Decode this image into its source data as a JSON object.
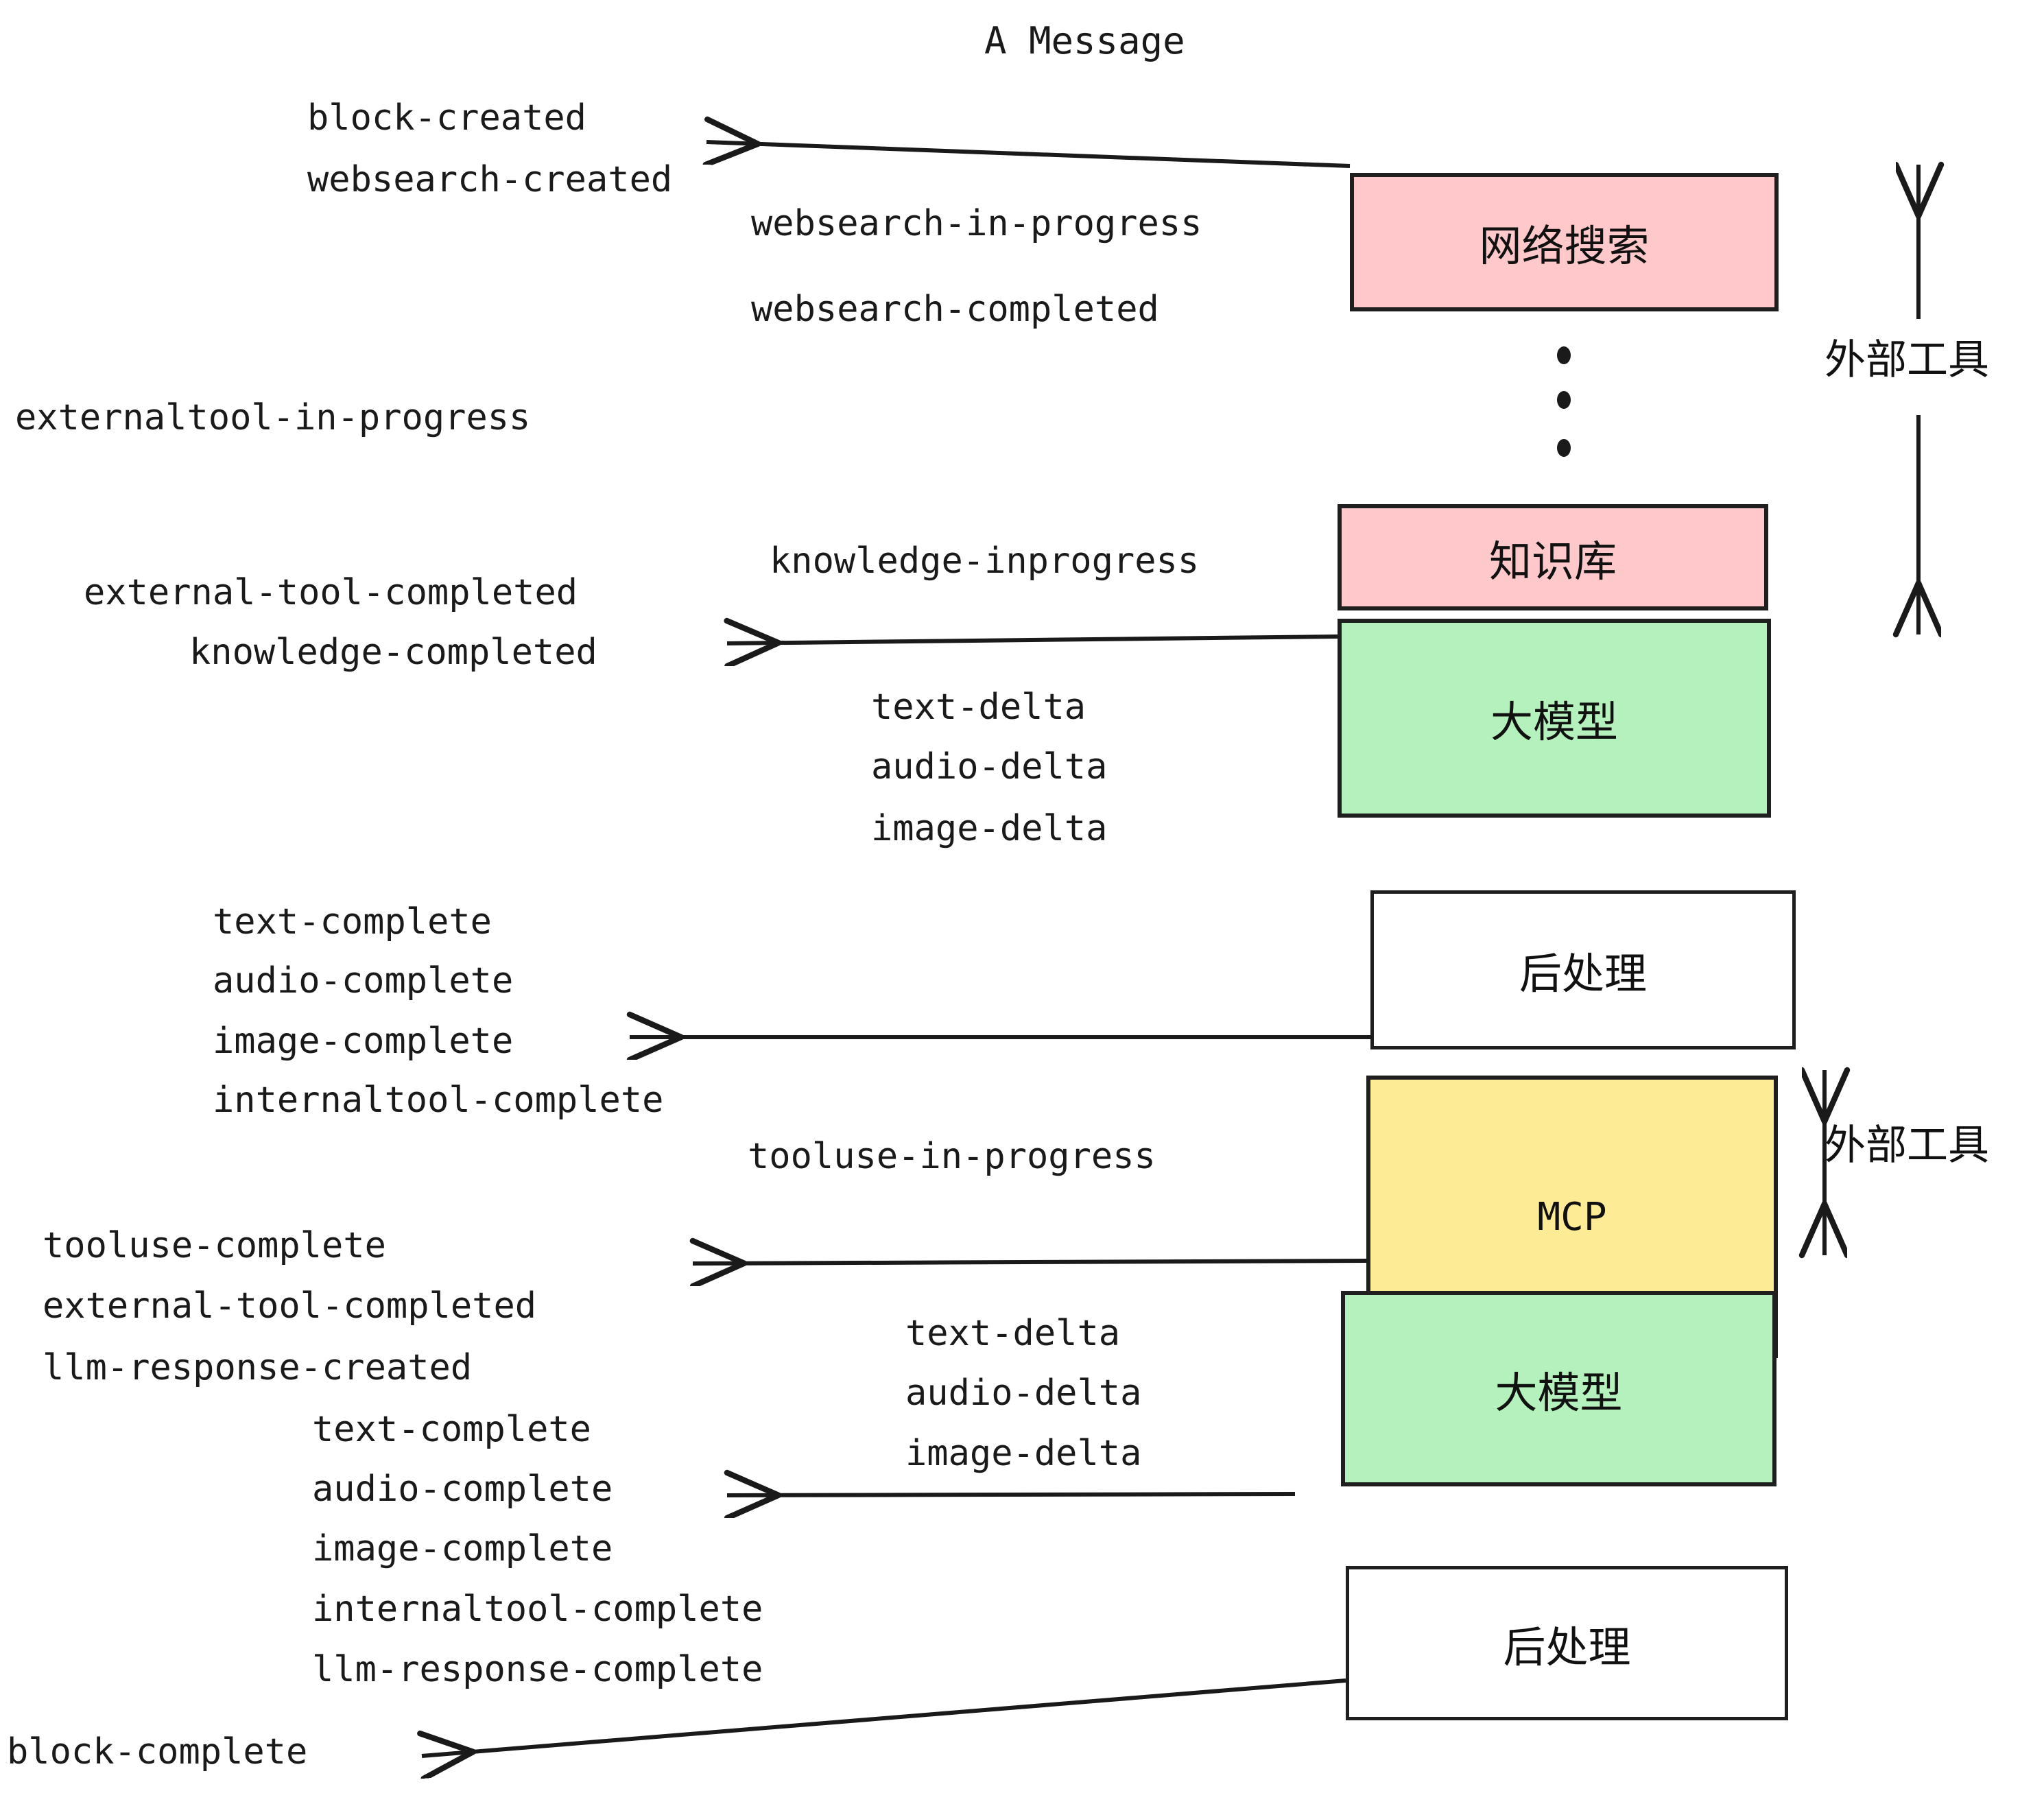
{
  "title": "A Message",
  "colors": {
    "pink": "#FFC9CB",
    "green": "#B5F1BC",
    "yellow": "#FDEB96",
    "white": "#FFFFFF",
    "stroke": "#1F1F1F",
    "text": "#1A1A1A"
  },
  "boxes": [
    {
      "key": "websearch",
      "label": "网络搜索",
      "fill": "#FFC9CB"
    },
    {
      "key": "knowledge",
      "label": "知识库",
      "fill": "#FFC9CB"
    },
    {
      "key": "llm_top",
      "label": "大模型",
      "fill": "#B5F1BC"
    },
    {
      "key": "postprocess_top",
      "label": "后处理",
      "fill": "#FFFFFF"
    },
    {
      "key": "mcp",
      "label": "MCP",
      "fill": "#FDEB96"
    },
    {
      "key": "llm_bottom",
      "label": "大模型",
      "fill": "#B5F1BC"
    },
    {
      "key": "postprocess_bottom",
      "label": "后处理",
      "fill": "#FFFFFF"
    }
  ],
  "side_labels": [
    {
      "key": "external_tools_top",
      "label": "外部工具"
    },
    {
      "key": "external_tools_bottom",
      "label": "外部工具"
    }
  ],
  "events": {
    "block_created": "block-created",
    "websearch_created": "websearch-created",
    "websearch_in_progress": "websearch-in-progress",
    "websearch_completed": "websearch-completed",
    "externaltool_in_progress": "externaltool-in-progress",
    "knowledge_inprogress": "knowledge-inprogress",
    "external_tool_completed_1": "external-tool-completed",
    "knowledge_completed": "knowledge-completed",
    "text_delta_1": "text-delta",
    "audio_delta_1": "audio-delta",
    "image_delta_1": "image-delta",
    "text_complete_1": "text-complete",
    "audio_complete_1": "audio-complete",
    "image_complete_1": "image-complete",
    "internaltool_complete_1": "internaltool-complete",
    "tooluse_in_progress": "tooluse-in-progress",
    "tooluse_complete": "tooluse-complete",
    "external_tool_completed_2": "external-tool-completed",
    "llm_response_created": "llm-response-created",
    "text_delta_2": "text-delta",
    "audio_delta_2": "audio-delta",
    "image_delta_2": "image-delta",
    "text_complete_2": "text-complete",
    "audio_complete_2": "audio-complete",
    "image_complete_2": "image-complete",
    "internaltool_complete_2": "internaltool-complete",
    "llm_response_complete": "llm-response-complete",
    "block_complete": "block-complete"
  }
}
